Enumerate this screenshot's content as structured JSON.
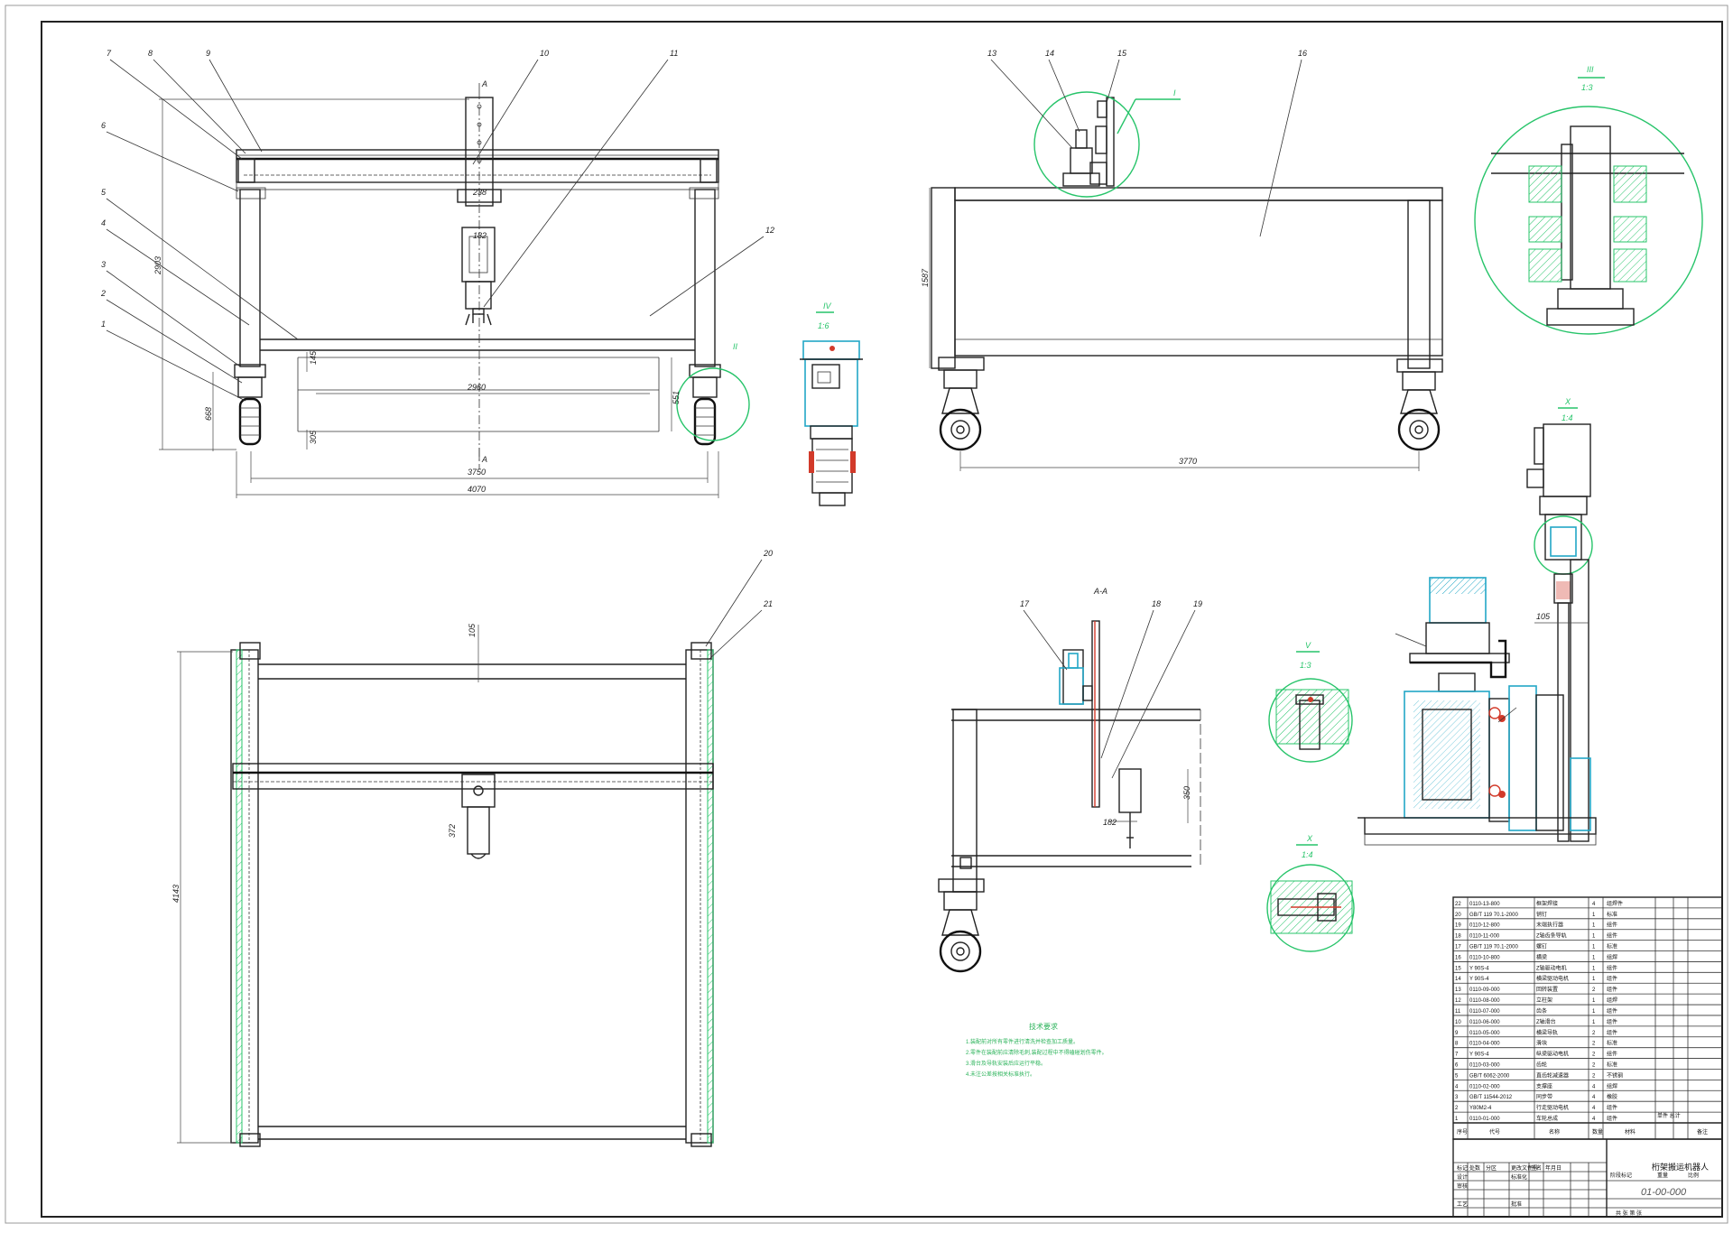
{
  "dimensions": {
    "gantry_height": "2903",
    "carriage_width": "238",
    "head_width": "182",
    "beam_gap": "145",
    "inner_span": "2960",
    "wheel_height": "668",
    "wheel_base": "305",
    "rail_span": "3750",
    "overall_width": "4070",
    "side_height": "1587",
    "side_rail_span": "3770",
    "plan_offset": "105",
    "plan_length": "4143",
    "head_drop": "372",
    "section_depth": "350",
    "section_width": "182",
    "frame_h": "551"
  },
  "balloons": {
    "front": [
      "7",
      "8",
      "9",
      "6",
      "5",
      "4",
      "3",
      "2",
      "1",
      "10",
      "11",
      "12"
    ],
    "side": [
      "13",
      "14",
      "15",
      "16"
    ],
    "plan": [
      "20",
      "21"
    ],
    "section": [
      "17",
      "18",
      "19"
    ]
  },
  "views": {
    "section_label": "A-A",
    "section_marker": "A",
    "detail_i": "I",
    "detail_ii": "II",
    "detail_iii": "III",
    "detail_iv": "IV",
    "detail_v": "V",
    "detail_x": "X",
    "scale_iii": "1:3",
    "scale_iv": "1:6",
    "scale_v": "1:3",
    "scale_x": "1:4"
  },
  "notes": {
    "title": "技术要求",
    "lines": [
      "1.装配前对所有零件进行清洗并检查加工质量。",
      "2.零件在装配前应清除毛刺,装配过程中不得磕碰划伤零件。",
      "3.滑台及导轨安装后应运行平稳。",
      "4.未注公差按相关标准执行。"
    ]
  },
  "bom": {
    "rows": [
      {
        "no": "22",
        "code": "0110-13-800",
        "name": "框架焊接",
        "qty": "4",
        "mat": "组焊件"
      },
      {
        "no": "20",
        "code": "GB/T 119 70.1-2000",
        "name": "销钉",
        "qty": "1",
        "mat": "标准"
      },
      {
        "no": "19",
        "code": "0110-12-800",
        "name": "末端执行器",
        "qty": "1",
        "mat": "组件"
      },
      {
        "no": "18",
        "code": "0110-11-000",
        "name": "Z轴齿条导轨",
        "qty": "1",
        "mat": "组件"
      },
      {
        "no": "17",
        "code": "GB/T 119 70.1-2000",
        "name": "螺钉",
        "qty": "1",
        "mat": "标准"
      },
      {
        "no": "16",
        "code": "0110-10-800",
        "name": "横梁",
        "qty": "1",
        "mat": "组焊"
      },
      {
        "no": "15",
        "code": "Y 90S-4",
        "name": "Z轴驱动电机",
        "qty": "1",
        "mat": "组件"
      },
      {
        "no": "14",
        "code": "Y 90S-4",
        "name": "横梁驱动电机",
        "qty": "1",
        "mat": "组件"
      },
      {
        "no": "13",
        "code": "0110-09-000",
        "name": "回转装置",
        "qty": "2",
        "mat": "组件"
      },
      {
        "no": "12",
        "code": "0110-08-000",
        "name": "立柱架",
        "qty": "1",
        "mat": "组焊"
      },
      {
        "no": "11",
        "code": "0110-07-000",
        "name": "齿条",
        "qty": "1",
        "mat": "组件"
      },
      {
        "no": "10",
        "code": "0110-06-000",
        "name": "Z轴滑台",
        "qty": "1",
        "mat": "组件"
      },
      {
        "no": "9",
        "code": "0110-05-000",
        "name": "横梁导轨",
        "qty": "2",
        "mat": "组件"
      },
      {
        "no": "8",
        "code": "0110-04-000",
        "name": "滑块",
        "qty": "2",
        "mat": "标准"
      },
      {
        "no": "7",
        "code": "Y 90S-4",
        "name": "纵梁驱动电机",
        "qty": "2",
        "mat": "组件"
      },
      {
        "no": "6",
        "code": "0110-03-000",
        "name": "齿轮",
        "qty": "2",
        "mat": "标准"
      },
      {
        "no": "5",
        "code": "GB/T 6062-2000",
        "name": "直齿轮减速器",
        "qty": "2",
        "mat": "不锈钢"
      },
      {
        "no": "4",
        "code": "0110-02-000",
        "name": "支撑座",
        "qty": "4",
        "mat": "组焊"
      },
      {
        "no": "3",
        "code": "GB/T 11544-2012",
        "name": "同步带",
        "qty": "4",
        "mat": "橡胶"
      },
      {
        "no": "2",
        "code": "Y80M2-4",
        "name": "行走驱动电机",
        "qty": "4",
        "mat": "组件"
      },
      {
        "no": "1",
        "code": "0110-01-000",
        "name": "车轮总成",
        "qty": "4",
        "mat": "组件"
      }
    ],
    "headers": {
      "no": "序号",
      "code": "代号",
      "name": "名称",
      "qty": "数量",
      "mat": "材料",
      "mass": "单件 总计",
      "remark": "备注"
    }
  },
  "title_block": {
    "title": "桁架搬运机器人",
    "drawing_no": "01-00-000",
    "labels": [
      "标记",
      "处数",
      "分区",
      "更改文件号",
      "签名",
      "年月日",
      "设计",
      "标准化",
      "审核",
      "工艺",
      "批准"
    ],
    "stage": "阶段标记",
    "mass": "重量",
    "scale": "比例",
    "sheet": "共 张 第 张"
  }
}
